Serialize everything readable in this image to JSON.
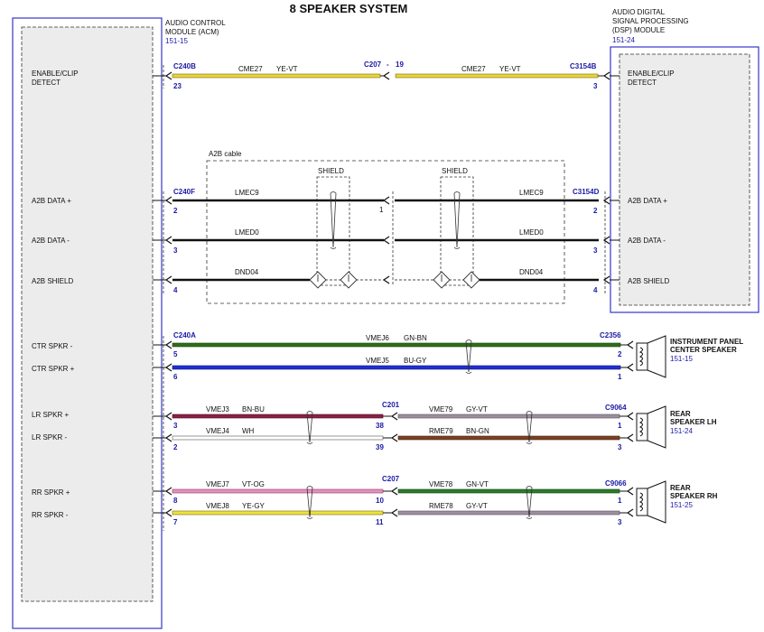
{
  "title": "8 SPEAKER SYSTEM",
  "acm": {
    "name_line1": "AUDIO CONTROL",
    "name_line2": "MODULE (ACM)",
    "ref": "151-15"
  },
  "dsp": {
    "name_line1": "AUDIO DIGITAL",
    "name_line2": "SIGNAL PROCESSING",
    "name_line3": "(DSP) MODULE",
    "ref": "151-24"
  },
  "a2b_cable_label": "A2B cable",
  "shield_label": "SHIELD",
  "connectors": {
    "c240b": "C240B",
    "c207a": "C207",
    "c207a_pin": "19",
    "c3154b": "C3154B",
    "c240f": "C240F",
    "c3154d": "C3154D",
    "c240a": "C240A",
    "c2356": "C2356",
    "c201": "C201",
    "c9064": "C9064",
    "c207b": "C207",
    "c9066": "C9066"
  },
  "acm_pins": {
    "enable": "ENABLE/CLIP",
    "enable2": "DETECT",
    "a2b_data_p": "A2B DATA +",
    "a2b_data_m": "A2B DATA -",
    "a2b_shield": "A2B SHIELD",
    "ctr_m": "CTR SPKR -",
    "ctr_p": "CTR SPKR +",
    "lr_p": "LR SPKR +",
    "lr_m": "LR SPKR -",
    "rr_p": "RR SPKR +",
    "rr_m": "RR SPKR -"
  },
  "dsp_pins": {
    "enable": "ENABLE/CLIP",
    "enable2": "DETECT",
    "a2b_data_p": "A2B DATA +",
    "a2b_data_m": "A2B DATA -",
    "a2b_shield": "A2B SHIELD"
  },
  "pins": {
    "p23": "23",
    "p3a": "3",
    "p2a": "2",
    "p3b": "3",
    "p4a": "4",
    "p1a": "1",
    "p2b": "2",
    "p3c": "3",
    "p4b": "4",
    "p5": "5",
    "p6": "6",
    "p2c": "2",
    "p1b": "1",
    "p3d": "3",
    "p2d": "2",
    "p38": "38",
    "p39": "39",
    "p1c": "1",
    "p3e": "3",
    "p8": "8",
    "p7": "7",
    "p10": "10",
    "p11": "11",
    "p1d": "1",
    "p3f": "3"
  },
  "wires": {
    "cme27_l": "CME27",
    "yevt_l": "YE-VT",
    "cme27_r": "CME27",
    "yevt_r": "YE-VT",
    "lmec9_l": "LMEC9",
    "lmec9_r": "LMEC9",
    "lmed0_l": "LMED0",
    "lmed0_r": "LMED0",
    "dnd04_l": "DND04",
    "dnd04_r": "DND04",
    "vmej6": "VMEJ6",
    "gnbn": "GN-BN",
    "vmej5": "VMEJ5",
    "bugy": "BU-GY",
    "vmej3": "VMEJ3",
    "bnbu": "BN-BU",
    "vmej4": "VMEJ4",
    "wh": "WH",
    "vme79": "VME79",
    "gyvt_a": "GY-VT",
    "rme79": "RME79",
    "bngn": "BN-GN",
    "vmej7": "VMEJ7",
    "vtog": "VT-OG",
    "vmej8": "VMEJ8",
    "yegy": "YE-GY",
    "vme78": "VME78",
    "gnvt": "GN-VT",
    "rme78": "RME78",
    "gyvt_b": "GY-VT"
  },
  "speakers": {
    "center_l1": "INSTRUMENT PANEL",
    "center_l2": "CENTER SPEAKER",
    "center_ref": "151-15",
    "rlh_l1": "REAR",
    "rlh_l2": "SPEAKER LH",
    "rlh_ref": "151-24",
    "rrh_l1": "REAR",
    "rrh_l2": "SPEAKER RH",
    "rrh_ref": "151-25"
  }
}
